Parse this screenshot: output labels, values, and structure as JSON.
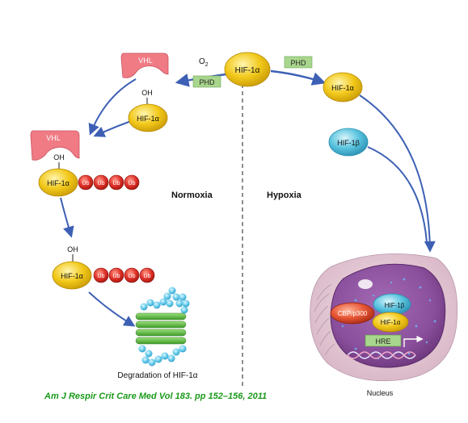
{
  "labels": {
    "normoxia": "Normoxia",
    "hypoxia": "Hypoxia",
    "o2": "O",
    "o2_sub": "2",
    "phd": "PHD",
    "vhl": "VHL",
    "oh": "OH",
    "hif1a": "HIF-1α",
    "hif1b": "HIF-1β",
    "ub": "Ub",
    "cbp": "CBP/p300",
    "hre": "HRE",
    "nucleus": "Nucleus",
    "degradation": "Degradation of HIF-1α"
  },
  "citation": "Am J Respir Crit Care Med Vol 183. pp 152–156, 2011",
  "colors": {
    "hif_yellow": "#f2c81a",
    "vhl_pink": "#f07b84",
    "ub_red": "#e0322a",
    "phd_green": "#a8d68c",
    "hif1b_blue": "#58c3de",
    "cbp_red": "#e65534",
    "arrow_blue": "#3d60b5",
    "nucleus_purple": "#8a4f9c",
    "cell_pink": "#e6cdd8",
    "citation_green": "#1a9a1a"
  }
}
